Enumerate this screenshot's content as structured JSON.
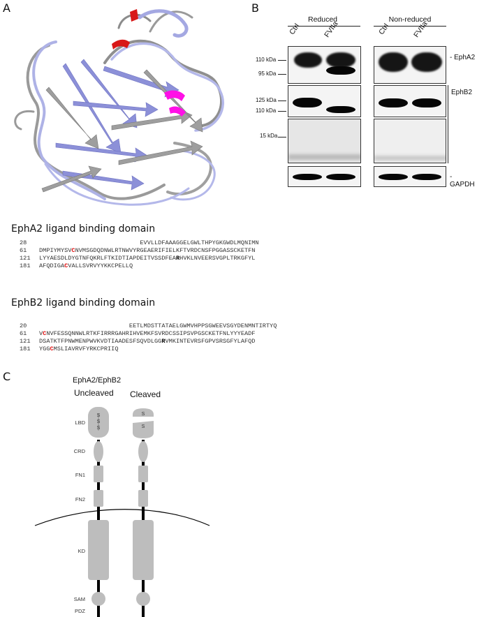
{
  "panels": {
    "a": "A",
    "b": "B",
    "c": "C"
  },
  "blot": {
    "groups": [
      "Reduced",
      "Non-reduced"
    ],
    "lanes": [
      "Ctrl",
      "FVIIa"
    ],
    "markers": [
      "110 kDa",
      "95 kDa",
      "125 kDa",
      "110 kDa",
      "15 kDa"
    ],
    "targets": [
      "EphA2",
      "EphB2",
      "GAPDH"
    ],
    "colors": {
      "band": "#060606",
      "membrane": "#f4f4f4"
    }
  },
  "epha2": {
    "title": "EphA2 ligand binding domain",
    "rows": [
      {
        "num": "28",
        "segments": [
          {
            "t": "                            EVVLLDFAAAGGELGWLTHPYGKGWDLMQNIMN",
            "s": ""
          }
        ]
      },
      {
        "num": "61",
        "segments": [
          {
            "t": "DMPIYMYSV",
            "s": ""
          },
          {
            "t": "C",
            "s": "red"
          },
          {
            "t": "NVMSGDQDNWLRTNWVYRGEAERIFIELKFTVRDCNSFPGGASSCKETFN",
            "s": ""
          }
        ]
      },
      {
        "num": "121",
        "segments": [
          {
            "t": "LYYAESDLDYGTNFQKRLFTKIDTIAPDEITVSSDFEA",
            "s": ""
          },
          {
            "t": "R",
            "s": "bold"
          },
          {
            "t": "HVKLNVEERSVGPLTRKGFYL",
            "s": ""
          }
        ]
      },
      {
        "num": "181",
        "segments": [
          {
            "t": "AFQDIGA",
            "s": ""
          },
          {
            "t": "C",
            "s": "red"
          },
          {
            "t": "VALLSVRVYYKKCPELLQ",
            "s": ""
          }
        ]
      }
    ]
  },
  "ephb2": {
    "title": "EphB2 ligand binding domain",
    "rows": [
      {
        "num": "20",
        "segments": [
          {
            "t": "                         EETLMDSTTATAELGWMVHPPSGWEEVSGYDENMNTIRTYQ",
            "s": ""
          }
        ]
      },
      {
        "num": "61",
        "segments": [
          {
            "t": "V",
            "s": ""
          },
          {
            "t": "C",
            "s": "red"
          },
          {
            "t": "NVFESSQNNWLRTKFIRRRGAHRIHVEMKFSVRDCSSIPSVPGSCKETFNLYYYEADF",
            "s": ""
          }
        ]
      },
      {
        "num": "121",
        "segments": [
          {
            "t": "DSATKTFPNWMENPWVKVDTIAADESFSQVDLGG",
            "s": ""
          },
          {
            "t": "R",
            "s": "bold"
          },
          {
            "t": "VMKINTEVRSFGPVSRSGFYLAFQD",
            "s": ""
          }
        ]
      },
      {
        "num": "181",
        "segments": [
          {
            "t": "YGG",
            "s": ""
          },
          {
            "t": "C",
            "s": "red"
          },
          {
            "t": "MSLIAVRVFYRKCPRIIQ",
            "s": ""
          }
        ]
      }
    ]
  },
  "domains": {
    "header": "EphA2/EphB2",
    "states": [
      "Uncleaved",
      "Cleaved"
    ],
    "labels": [
      "LBD",
      "CRD",
      "FN1",
      "FN2",
      "KD",
      "SAM",
      "PDZ"
    ],
    "disulfide": "S",
    "colors": {
      "domain": "#bdbdbd",
      "stick": "#000000"
    }
  }
}
